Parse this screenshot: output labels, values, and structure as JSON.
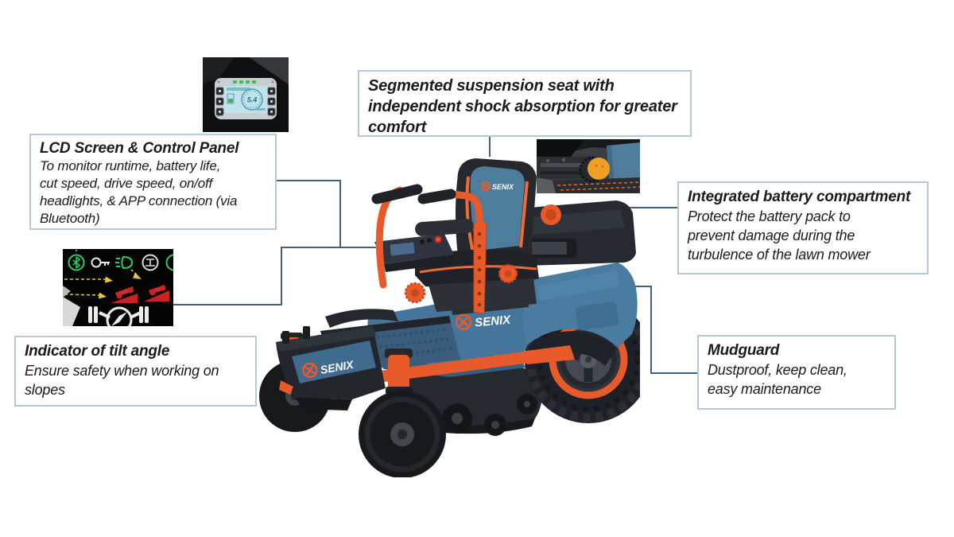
{
  "brand": "SENIX",
  "colors": {
    "accent_orange": "#E85A2B",
    "body_blue": "#45759A",
    "seat_insert_blue": "#4D7D9D",
    "connector_line": "#41607B",
    "box_border": "#B3C8D9",
    "text": "#1B1B1B",
    "lcd_screen": "#BFE3EA",
    "led_green": "#37C24A",
    "warning_red": "#C92222",
    "arrow_yellow": "#E8C832"
  },
  "callouts": {
    "seat": {
      "text": "Segmented suspension seat with\nindependent shock absorption for greater\ncomfort"
    },
    "lcd": {
      "title": "LCD Screen & Control Panel",
      "body": "To monitor runtime, battery life,\ncut speed, drive speed, on/off\nheadlights, & APP connection (via\nBluetooth)"
    },
    "battery": {
      "title": "Integrated battery compartment",
      "body": "Protect the battery pack to\nprevent damage during the\nturbulence of the lawn mower"
    },
    "tilt": {
      "title": "Indicator of tilt angle",
      "body": "Ensure safety when working on\nslopes"
    },
    "mudguard": {
      "title": "Mudguard",
      "body": "Dustproof, keep clean,\neasy  maintenance"
    }
  },
  "lcd_display": {
    "speed_value": "5.4"
  }
}
